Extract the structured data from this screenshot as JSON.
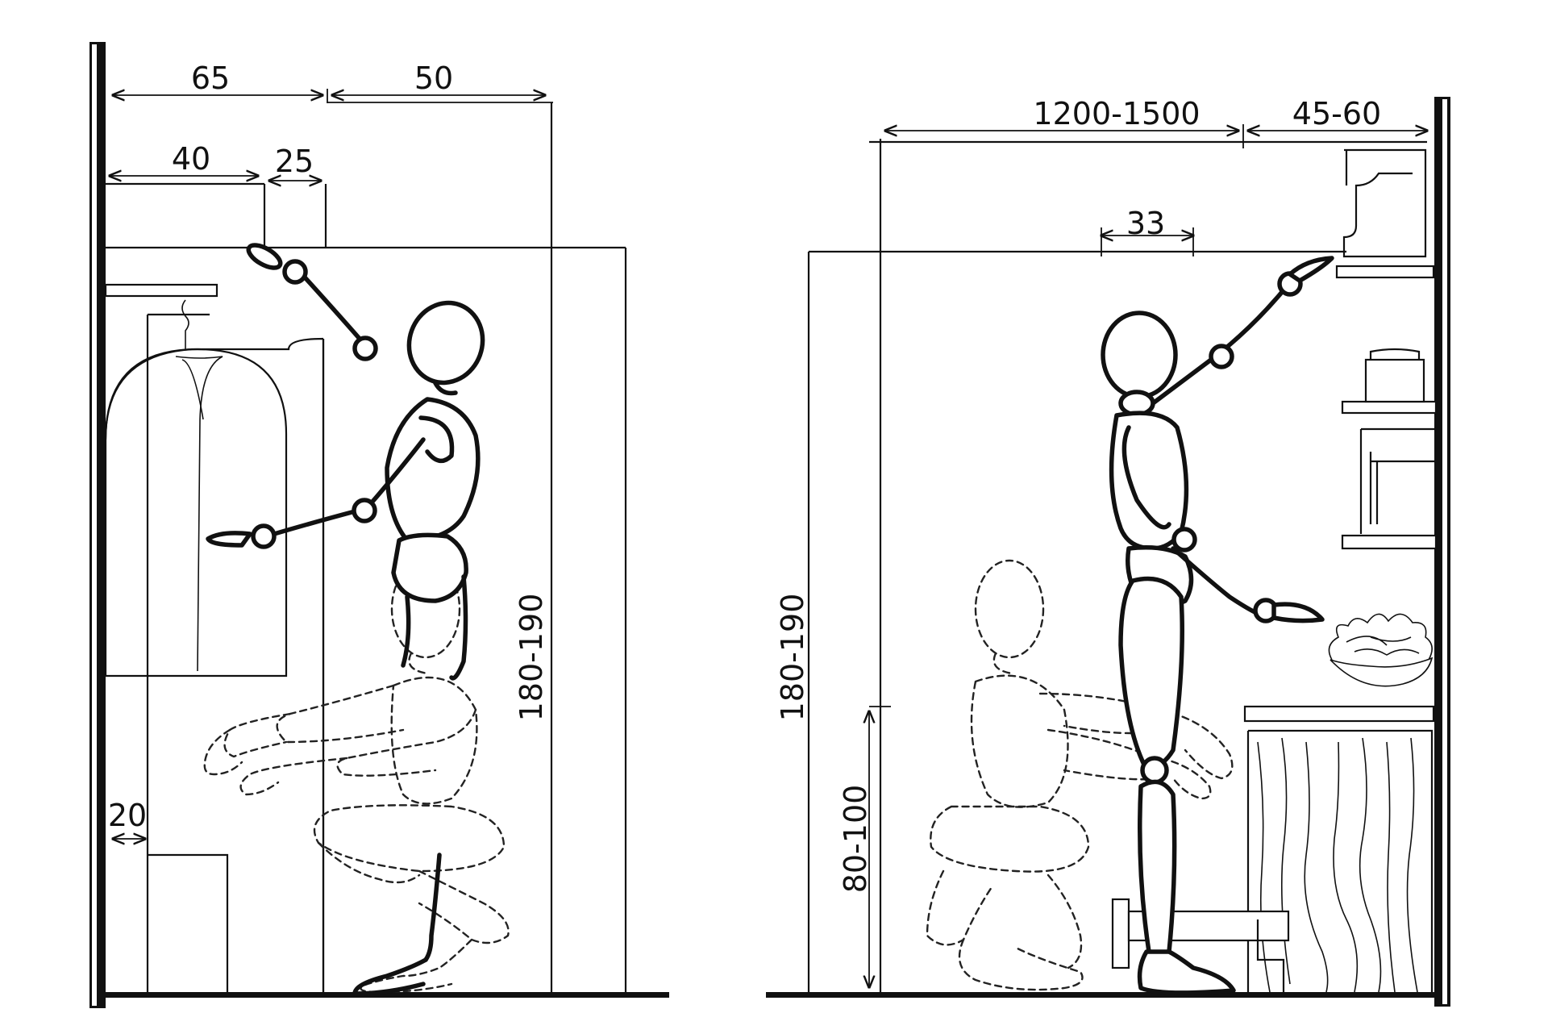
{
  "left_panel": {
    "dimensions": {
      "top_left": "65",
      "top_right": "50",
      "inner_left": "40",
      "inner_right": "25",
      "gap": "20",
      "height": "180-190"
    }
  },
  "right_panel": {
    "dimensions": {
      "span": "1200-1500",
      "depth": "45-60",
      "reach": "33",
      "height": "180-190",
      "counter": "80-100"
    }
  },
  "colors": {
    "ink": "#111111",
    "background": "#ffffff"
  }
}
